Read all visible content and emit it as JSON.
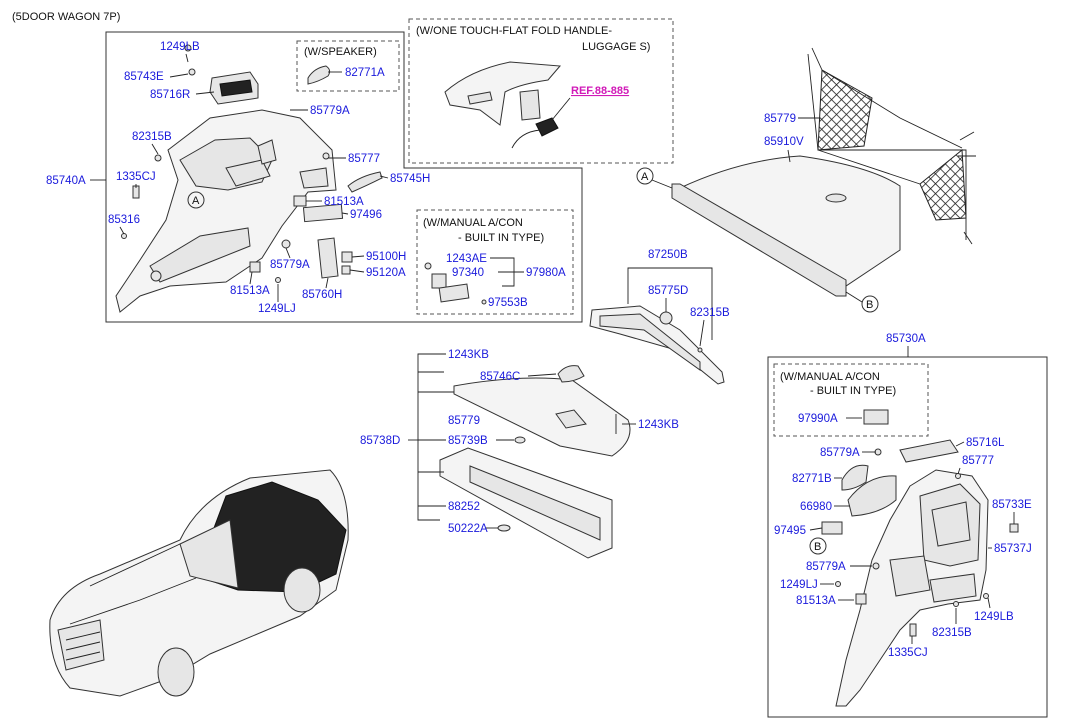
{
  "title": "(5DOOR WAGON 7P)",
  "subbox": {
    "speaker": "(W/SPEAKER)",
    "flatfold_1": "(W/ONE TOUCH-FLAT FOLD HANDLE-",
    "flatfold_2": "LUGGAGE S)",
    "manual_left_1": "(W/MANUAL A/CON",
    "manual_left_2": "- BUILT IN TYPE)",
    "manual_right_1": "(W/MANUAL A/CON",
    "manual_right_2": "- BUILT IN TYPE)"
  },
  "reference": "REF.88-885",
  "markers": {
    "a": "A",
    "b": "B"
  },
  "labels": {
    "p1249LB": "1249LB",
    "p85743E": "85743E",
    "p85716R": "85716R",
    "p82771A": "82771A",
    "p85779A_top": "85779A",
    "p82315B_left": "82315B",
    "p85777_left": "85777",
    "p85740A": "85740A",
    "p1335CJ_left": "1335CJ",
    "p85745H": "85745H",
    "p85316": "85316",
    "p81513A_mid": "81513A",
    "p97496": "97496",
    "p95100H": "95100H",
    "p85779A_mid": "85779A",
    "p95120A": "95120A",
    "p81513A_bot": "81513A",
    "p85760H": "85760H",
    "p1249LJ_left": "1249LJ",
    "p1243AE": "1243AE",
    "p97340": "97340",
    "p97980A": "97980A",
    "p97553B": "97553B",
    "p85779_net": "85779",
    "p85910V": "85910V",
    "p87250B": "87250B",
    "p85775D": "85775D",
    "p82315B_mid": "82315B",
    "p1243KB_top": "1243KB",
    "p85746C": "85746C",
    "p85779_tray": "85779",
    "p1243KB_right": "1243KB",
    "p85738D": "85738D",
    "p85739B": "85739B",
    "p88252": "88252",
    "p50222A": "50222A",
    "p85730A": "85730A",
    "p97990A": "97990A",
    "p85716L": "85716L",
    "p85779A_r1": "85779A",
    "p85777_right": "85777",
    "p82771B": "82771B",
    "p66980": "66980",
    "p85733E": "85733E",
    "p97495": "97495",
    "p85737J": "85737J",
    "p85779A_r2": "85779A",
    "p1249LJ_right": "1249LJ",
    "p81513A_right": "81513A",
    "p1249LB_right": "1249LB",
    "p82315B_right": "82315B",
    "p1335CJ_right": "1335CJ"
  },
  "colors": {
    "label": "#1a1adc",
    "reference": "#d11ab8",
    "line": "#222222"
  }
}
